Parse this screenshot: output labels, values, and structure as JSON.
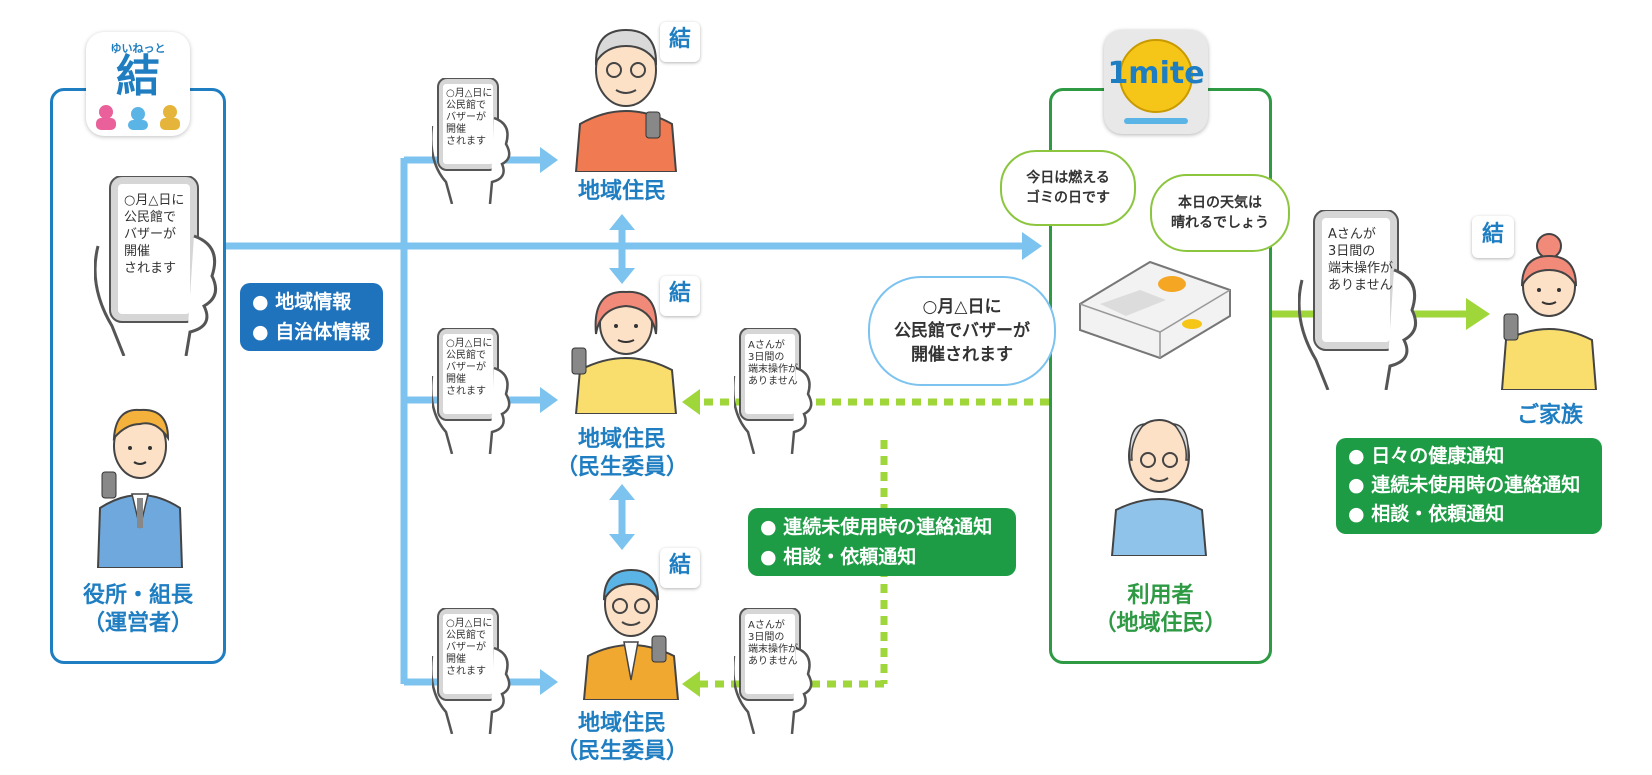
{
  "app_logo": {
    "ruby": "ゆいねっと",
    "kanji": "結"
  },
  "device_logo": {
    "text": "1mite"
  },
  "operator": {
    "label_line1": "役所・組長",
    "label_line2": "（運営者）"
  },
  "operator_phone": {
    "lines": [
      "○月△日に",
      "公民館で",
      "バザーが",
      "開催",
      "されます"
    ]
  },
  "info_tag": {
    "items": [
      "地域情報",
      "自治体情報"
    ]
  },
  "residents": [
    {
      "label_line1": "地域住民",
      "label_line2": ""
    },
    {
      "label_line1": "地域住民",
      "label_line2": "（民生委員）"
    },
    {
      "label_line1": "地域住民",
      "label_line2": "（民生委員）"
    }
  ],
  "resident_phone": {
    "lines": [
      "○月△日に",
      "公民館で",
      "バザーが",
      "開催",
      "されます"
    ]
  },
  "alert_phone": {
    "lines": [
      "Aさんが",
      "3日間の",
      "端末操作が",
      "ありません"
    ]
  },
  "family_phone": {
    "lines": [
      "Aさんが",
      "3日間の",
      "端末操作が",
      "ありません"
    ]
  },
  "bubbles": {
    "garbage": [
      "今日は燃える",
      "ゴミの日です"
    ],
    "weather": [
      "本日の天気は",
      "晴れるでしょう"
    ],
    "bazaar": [
      "○月△日に",
      "公民館でバザーが",
      "開催されます"
    ]
  },
  "user": {
    "label_line1": "利用者",
    "label_line2": "（地域住民）"
  },
  "family": {
    "label": "ご家族"
  },
  "welfare_tag": {
    "items": [
      "連続未使用時の連絡通知",
      "相談・依頼通知"
    ]
  },
  "family_tag": {
    "items": [
      "日々の健康通知",
      "連続未使用時の連絡通知",
      "相談・依頼通知"
    ]
  },
  "colors": {
    "blue": "#1f7ec1",
    "light_blue": "#7cc3f0",
    "green": "#2e9a44",
    "lime": "#9fd63a"
  }
}
